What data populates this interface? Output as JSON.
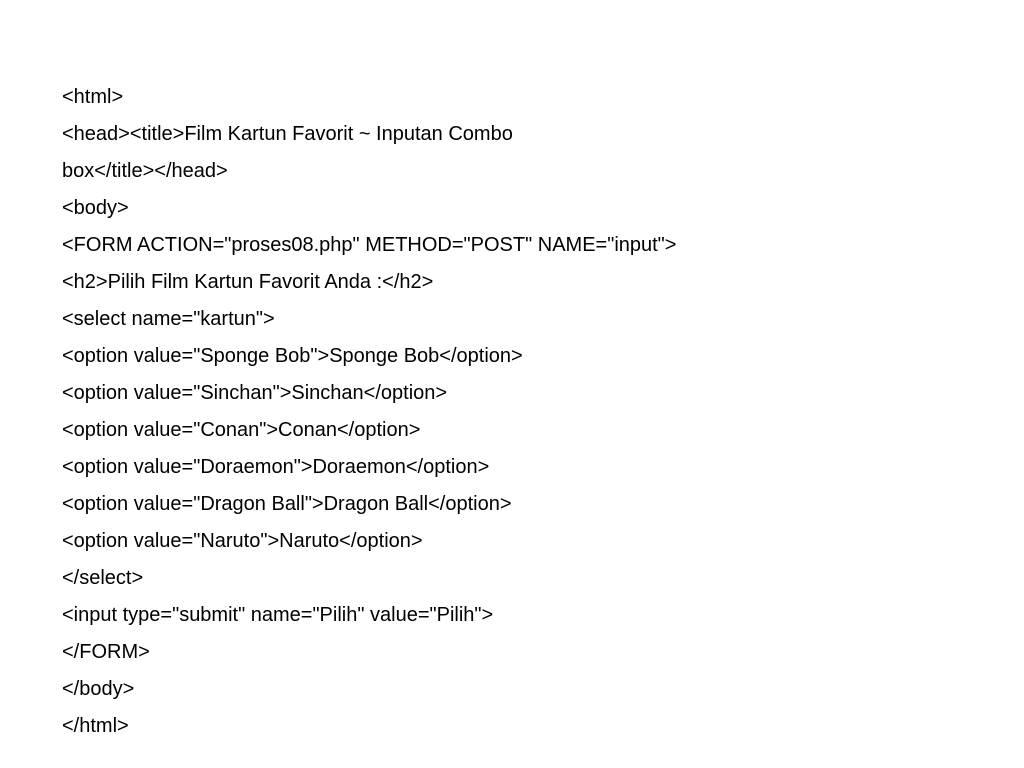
{
  "document": {
    "lines": [
      "<html>",
      "<head><title>Film Kartun Favorit ~ Inputan Combo",
      "box</title></head>",
      "<body>",
      "<FORM ACTION=\"proses08.php\" METHOD=\"POST\" NAME=\"input\">",
      "<h2>Pilih Film Kartun Favorit Anda :</h2>",
      "<select name=\"kartun\">",
      "<option value=\"Sponge Bob\">Sponge Bob</option>",
      "<option value=\"Sinchan\">Sinchan</option>",
      "<option value=\"Conan\">Conan</option>",
      "<option value=\"Doraemon\">Doraemon</option>",
      "<option value=\"Dragon Ball\">Dragon Ball</option>",
      "<option value=\"Naruto\">Naruto</option>",
      "</select>",
      "<input type=\"submit\" name=\"Pilih\" value=\"Pilih\">",
      "</FORM>",
      "</body>",
      "</html>"
    ]
  }
}
